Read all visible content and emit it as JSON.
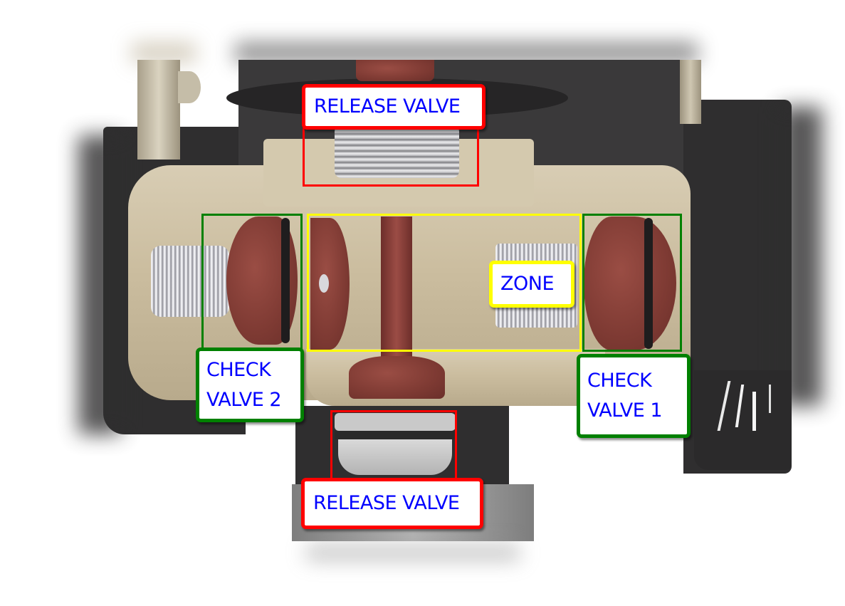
{
  "diagram": {
    "subject": "backflow preventer valve cutaway",
    "annotations": [
      {
        "id": "release-valve-top",
        "text": "RELEASE VALVE",
        "color": "#ff0000"
      },
      {
        "id": "check-valve-2",
        "lines": [
          "CHECK",
          "VALVE 2"
        ],
        "color": "#008000"
      },
      {
        "id": "zone",
        "text": "ZONE",
        "color": "#ffff00"
      },
      {
        "id": "check-valve-1",
        "lines": [
          "CHECK",
          "VALVE 1"
        ],
        "color": "#008000"
      },
      {
        "id": "release-valve-bottom",
        "text": "RELEASE VALVE",
        "color": "#ff0000"
      }
    ]
  },
  "labels": {
    "release_valve_top": "RELEASE VALVE",
    "check_valve_2_line1": "CHECK",
    "check_valve_2_line2": "VALVE 2",
    "zone": "ZONE",
    "check_valve_1_line1": "CHECK",
    "check_valve_1_line2": "VALVE 1",
    "release_valve_bottom": "RELEASE VALVE"
  },
  "colors": {
    "label_text": "#0000ff",
    "release_valve": "#ff0000",
    "check_valve": "#008000",
    "zone": "#ffff00",
    "body_beige": "#cfc3a8",
    "body_dark": "#2f2e2f",
    "valve_rust": "#7e3a33"
  }
}
